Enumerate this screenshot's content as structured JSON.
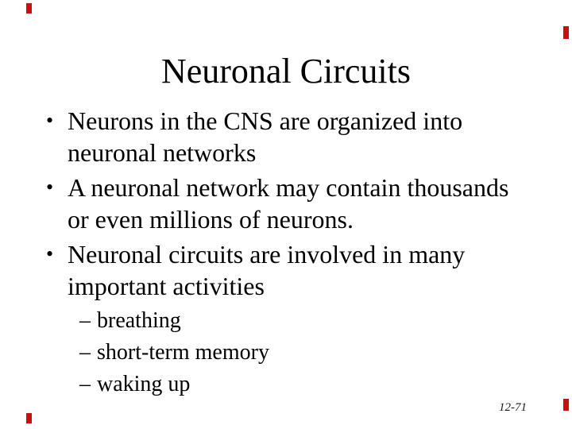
{
  "slide": {
    "title": "Neuronal Circuits",
    "bullets": [
      {
        "marker": "•",
        "text": "Neurons in the CNS are organized into\nneuronal networks"
      },
      {
        "marker": "•",
        "text": "A neuronal network may contain thousands\nor even millions of neurons."
      },
      {
        "marker": "•",
        "text": "Neuronal circuits are involved in many\nimportant activities"
      }
    ],
    "sub_bullets": [
      {
        "marker": "–",
        "text": "breathing"
      },
      {
        "marker": "–",
        "text": "short-term memory"
      },
      {
        "marker": "–",
        "text": "waking up"
      }
    ],
    "page_number": "12-71",
    "colors": {
      "background": "#ffffff",
      "text": "#000000",
      "corner_mark": "#c41111"
    }
  }
}
